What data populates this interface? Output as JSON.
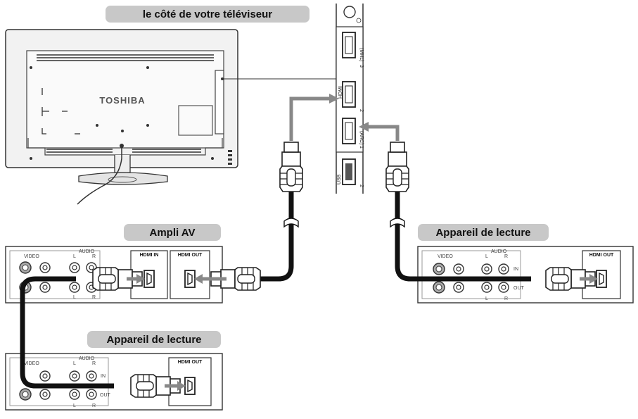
{
  "labels": {
    "tv_side": "le côté de votre téléviseur",
    "ampli_av": "Ampli AV",
    "player_right": "Appareil de lecture",
    "player_bottom": "Appareil de lecture"
  },
  "tv": {
    "brand": "TOSHIBA"
  },
  "tv_panel": {
    "section_label": "HDMI",
    "ports": [
      {
        "number": "3",
        "sub": "(MHL)"
      },
      {
        "number": "2",
        "sub": ""
      },
      {
        "number": "1",
        "sub": "(ARC)"
      }
    ],
    "usb_label": "USB",
    "usb_number": "2"
  },
  "device_texts": {
    "video": "VIDEO",
    "audio": "AUDIO",
    "left": "L",
    "right": "R",
    "in": "IN",
    "out": "OUT",
    "hdmi_in": "HDMI IN",
    "hdmi_out": "HDMI OUT"
  },
  "colors": {
    "label_bg": "#c8c8c8",
    "cable": "#111111",
    "arrow": "#888888",
    "outline": "#222222"
  }
}
